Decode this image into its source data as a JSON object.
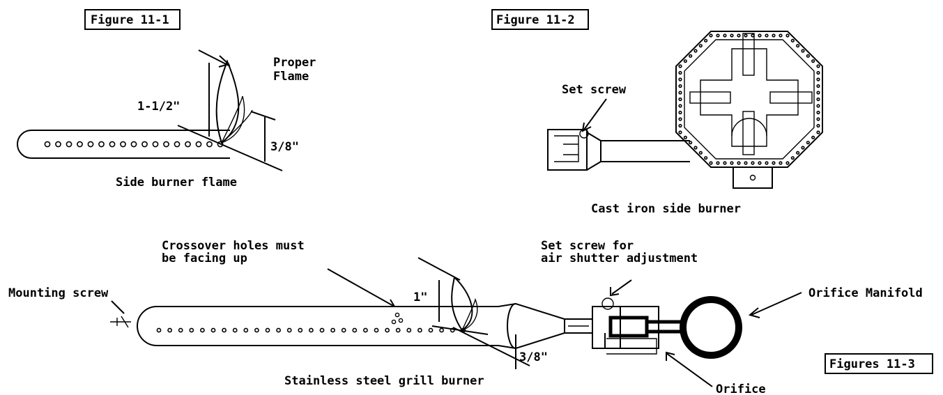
{
  "figure1": {
    "title": "Figure 11-1",
    "proper_flame_line1": "Proper",
    "proper_flame_line2": "Flame",
    "dim_height": "1-1/2\"",
    "dim_inner": "3/8\"",
    "caption": "Side burner flame"
  },
  "figure2": {
    "title": "Figure 11-2",
    "set_screw": "Set screw",
    "caption": "Cast iron side burner"
  },
  "figure3": {
    "title": "Figures 11-3",
    "crossover_line1": "Crossover holes must",
    "crossover_line2": "be facing up",
    "set_screw_line1": "Set screw for",
    "set_screw_line2": "air shutter adjustment",
    "mounting_screw": "Mounting screw",
    "orifice_manifold": "Orifice Manifold",
    "dim_height": "1\"",
    "dim_inner": "3/8\"",
    "caption": "Stainless steel grill burner",
    "orifice": "Orifice"
  },
  "colors": {
    "ink": "#000000",
    "background": "#ffffff"
  }
}
